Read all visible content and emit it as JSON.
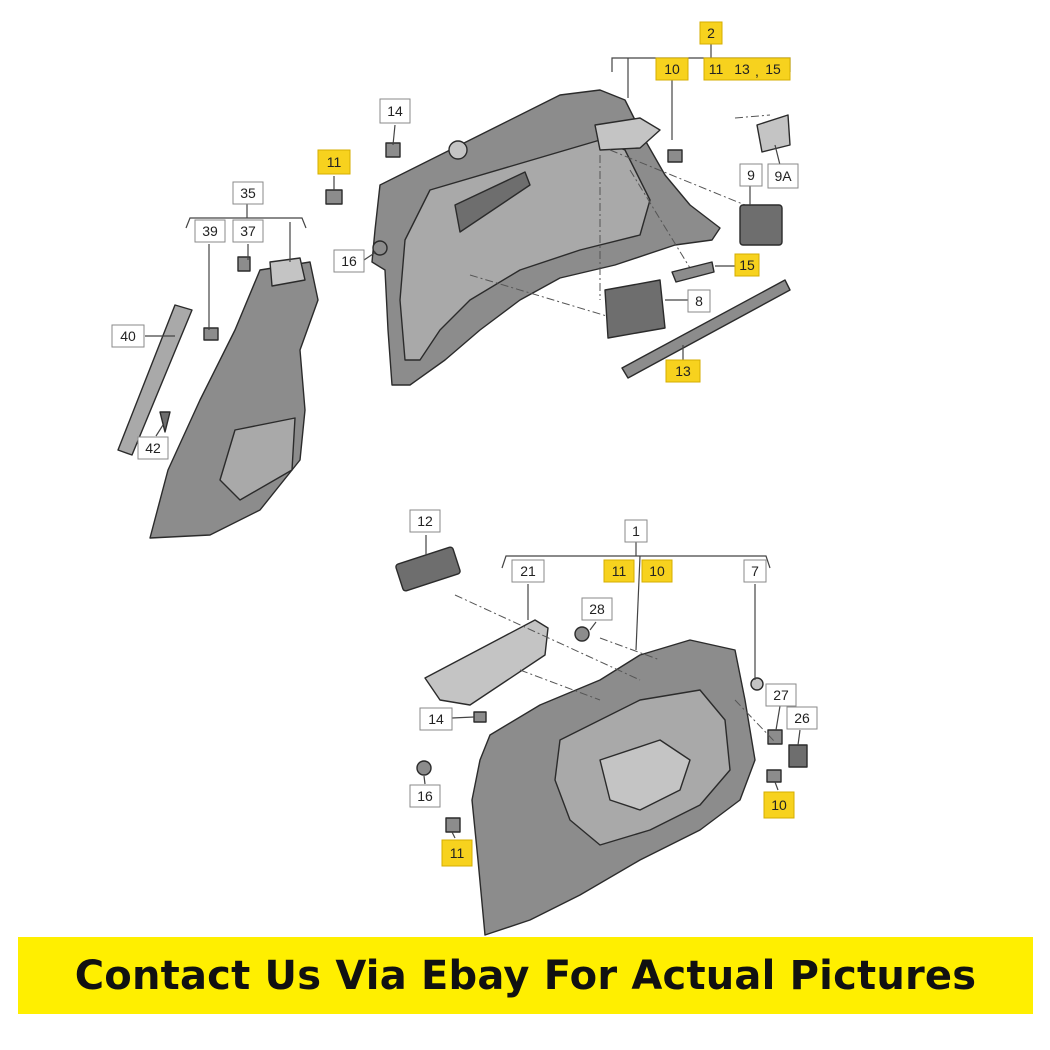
{
  "callouts": {
    "c2": "2",
    "c10a": "10",
    "c11a": "11",
    "c13a": "13",
    "comma1": ",",
    "c15a": "15",
    "c14a": "14",
    "c11b": "11",
    "c9": "9",
    "c9A": "9A",
    "c35": "35",
    "c39": "39",
    "c37": "37",
    "c16a": "16",
    "c15b": "15",
    "c8": "8",
    "c40": "40",
    "c13b": "13",
    "c42": "42",
    "c12": "12",
    "c1": "1",
    "c21": "21",
    "c11c": "11",
    "c10b": "10",
    "c7": "7",
    "c28": "28",
    "c27": "27",
    "c26": "26",
    "c14b": "14",
    "c16b": "16",
    "c10c": "10",
    "c11d": "11"
  },
  "colors": {
    "highlight": "#f7d21e",
    "banner": "#ffef00",
    "part_fill": "#8c8c8c"
  },
  "banner": {
    "text": "Contact Us Via Ebay For Actual Pictures"
  }
}
